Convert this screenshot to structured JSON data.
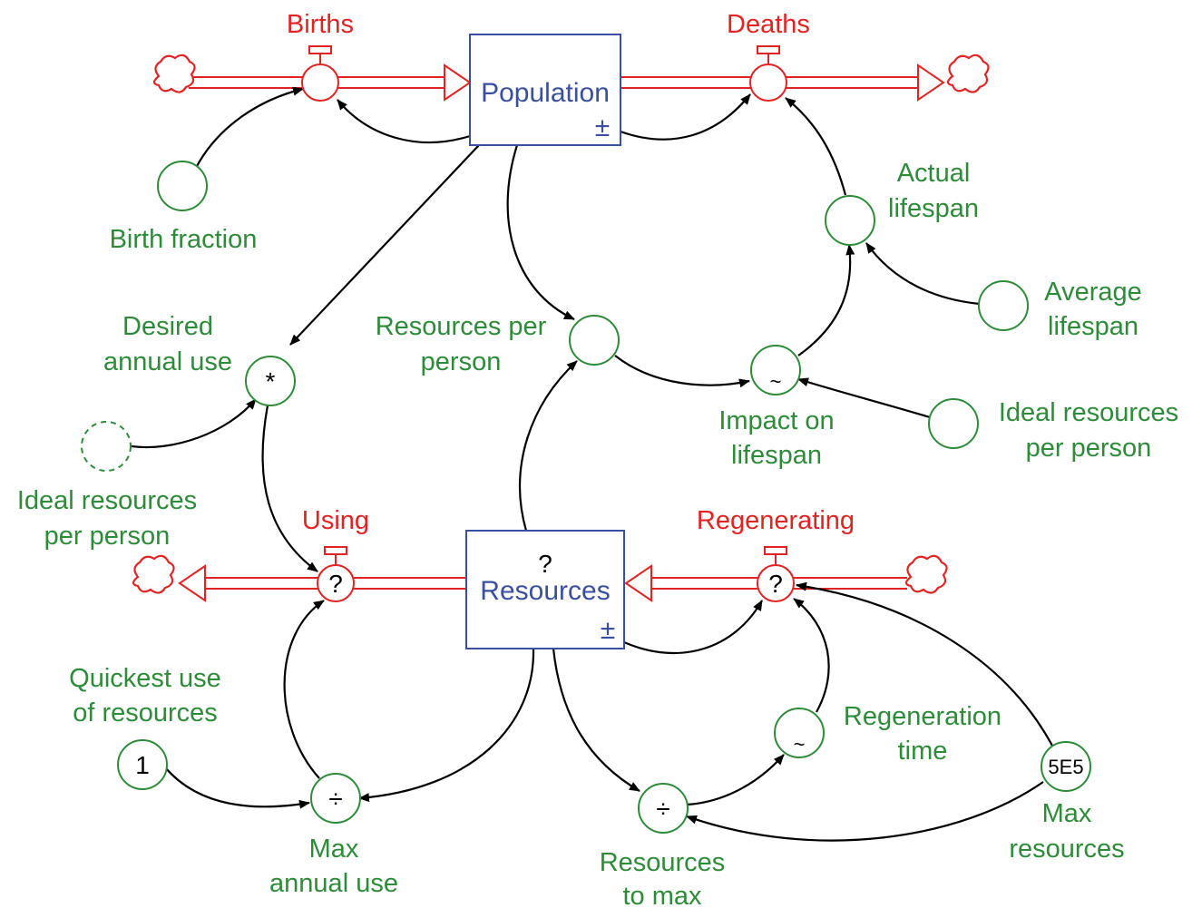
{
  "stocks": {
    "population": {
      "label": "Population",
      "flag": "±"
    },
    "resources": {
      "label": "Resources",
      "status": "?",
      "flag": "±"
    }
  },
  "flows": {
    "births": {
      "label": "Births"
    },
    "deaths": {
      "label": "Deaths"
    },
    "using": {
      "label": "Using",
      "status": "?"
    },
    "regenerating": {
      "label": "Regenerating",
      "status": "?"
    }
  },
  "variables": {
    "birth_fraction": {
      "label": "Birth fraction"
    },
    "actual_lifespan": {
      "line1": "Actual",
      "line2": "lifespan"
    },
    "average_lifespan": {
      "line1": "Average",
      "line2": "lifespan"
    },
    "resources_per_person": {
      "line1": "Resources per",
      "line2": "person"
    },
    "impact_on_lifespan": {
      "line1": "Impact on",
      "line2": "lifespan",
      "symbol": "~"
    },
    "ideal_resources_right": {
      "line1": "Ideal resources",
      "line2": "per person"
    },
    "desired_annual_use": {
      "line1": "Desired",
      "line2": "annual use",
      "symbol": "*"
    },
    "ideal_resources_shadow": {
      "line1": "Ideal resources",
      "line2": "per person"
    },
    "quickest_use": {
      "line1": "Quickest use",
      "line2": "of resources",
      "symbol": "1"
    },
    "max_annual_use": {
      "line1": "Max",
      "line2": "annual use",
      "symbol": "÷"
    },
    "resources_to_max": {
      "line1": "Resources",
      "line2": "to max",
      "symbol": "÷"
    },
    "regeneration_time": {
      "line1": "Regeneration",
      "line2": "time",
      "symbol": "~"
    },
    "max_resources": {
      "line1": "Max",
      "line2": "resources",
      "symbol": "5E5"
    }
  },
  "colors": {
    "variable": "#2e8b3a",
    "flow": "#e02424",
    "stock": "#3a4fa0",
    "link": "#000000"
  },
  "icons": {
    "source_sink": "cloud-icon",
    "valve": "valve-icon"
  }
}
